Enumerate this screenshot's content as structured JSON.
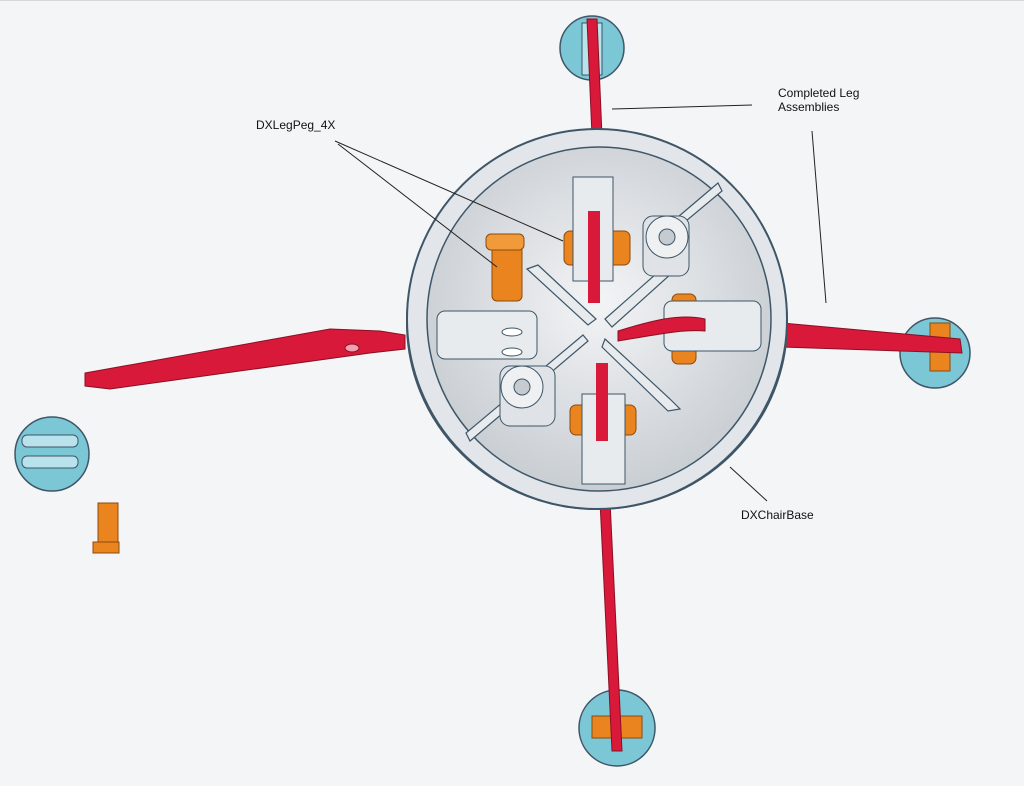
{
  "labels": {
    "peg": "DXLegPeg_4X",
    "legs_line1": "Completed Leg",
    "legs_line2": "Assemblies",
    "base": "DXChairBase"
  },
  "colors": {
    "background": "#f4f5f6",
    "base_gray": "#dfe3e7",
    "outline": "#3e5667",
    "leg_red": "#d8193a",
    "pad_blue": "#7cc7d6",
    "peg_orange": "#e9841f"
  }
}
